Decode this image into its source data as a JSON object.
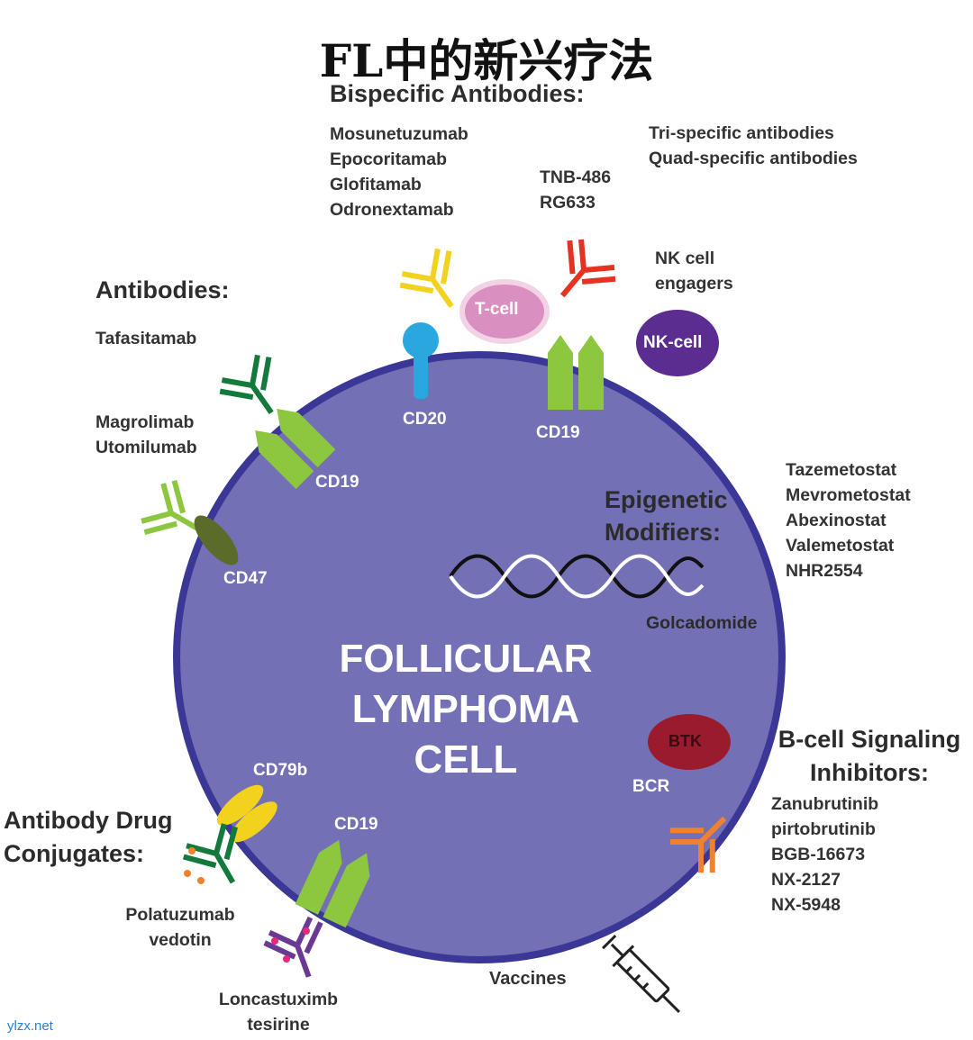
{
  "title": "FL中的新兴疗法",
  "bispecific": {
    "heading": "Bispecific Antibodies:",
    "drugs": [
      "Mosunetuzumab",
      "Epocoritamab",
      "Glofitamab",
      "Odronextamab"
    ],
    "tnb": [
      "TNB-486",
      "RG633"
    ],
    "trispecific": [
      "Tri-specific antibodies",
      "Quad-specific antibodies"
    ],
    "nk_engagers": [
      "NK cell",
      "engagers"
    ]
  },
  "antibodies": {
    "heading": "Antibodies:",
    "tafasitamab": "Tafasitamab",
    "magrolimab": [
      "Magrolimab",
      "Utomilumab"
    ]
  },
  "epigenetic": {
    "heading": [
      "Epigenetic",
      "Modifiers:"
    ],
    "drugs": [
      "Tazemetostat",
      "Mevrometostat",
      "Abexinostat",
      "Valemetostat",
      "NHR2554"
    ],
    "golcadomide": "Golcadomide"
  },
  "bcell": {
    "heading": [
      "B-cell Signaling",
      "Inhibitors:"
    ],
    "drugs": [
      "Zanubrutinib",
      "pirtobrutinib",
      "BGB-16673",
      "NX-2127",
      "NX-5948"
    ]
  },
  "adc": {
    "heading": [
      "Antibody Drug",
      "Conjugates:"
    ],
    "polatuzumab": [
      "Polatuzumab",
      "vedotin"
    ],
    "loncastuximab": [
      "Loncastuximb",
      "tesirine"
    ]
  },
  "cell_labels": {
    "t_cell": "T-cell",
    "nk_cell": "NK-cell",
    "btk": "BTK",
    "bcr": "BCR",
    "cd20": "CD20",
    "cd19_top": "CD19",
    "cd19_left": "CD19",
    "cd19_bottom": "CD19",
    "cd47": "CD47",
    "cd79b": "CD79b"
  },
  "center_text": [
    "FOLLICULAR",
    "LYMPHOMA",
    "CELL"
  ],
  "vaccines": "Vaccines",
  "watermark": "ylzx.net",
  "colors": {
    "cell": "#7370b6",
    "cell_border": "#3b3796",
    "cd19_green": "#8dc63f",
    "tcell": "#d98fc0",
    "nkcell": "#5b2d91",
    "btk": "#9b1b2e",
    "cd20": "#2aa7df",
    "yellow_ab": "#f2d21c",
    "red_ab": "#e53323",
    "dark_green_ab": "#137a3b",
    "light_green_ab": "#8dc63f",
    "orange_ab": "#f0822f",
    "purple_ab": "#6a3a93",
    "cd47": "#5a6b2a"
  }
}
